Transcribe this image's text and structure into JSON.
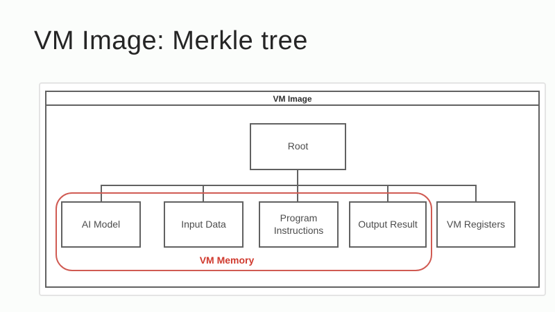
{
  "slide": {
    "title": "VM Image: Merkle tree"
  },
  "diagram": {
    "container_label": "VM Image",
    "root_label": "Root",
    "children": [
      {
        "label": "AI Model"
      },
      {
        "label": "Input Data"
      },
      {
        "label": "Program Instructions"
      },
      {
        "label": "Output Result"
      },
      {
        "label": "VM Registers"
      }
    ],
    "memory_group": {
      "label": "VM Memory",
      "members": [
        "AI Model",
        "Input Data",
        "Program Instructions",
        "Output Result"
      ]
    }
  },
  "colors": {
    "line_gray": "#616161",
    "node_text": "#4c4c4c",
    "memory_red": "#d05a52",
    "memory_label_red": "#d03a2e"
  }
}
